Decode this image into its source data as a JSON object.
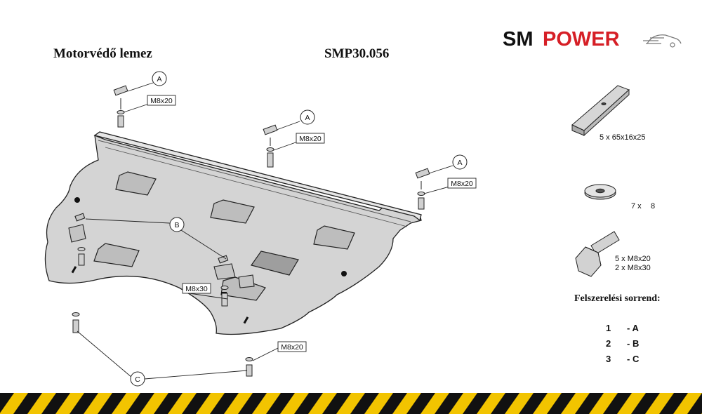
{
  "header": {
    "title": "Motorvédő lemez",
    "code": "SMP30.056",
    "logo_part1": "SM",
    "logo_part2": "POWER"
  },
  "callouts": {
    "a": "A",
    "b": "B",
    "c": "C"
  },
  "bolt_labels": {
    "a1": "M8x20",
    "a2": "M8x20",
    "a3": "M8x20",
    "b1": "M8x30",
    "c1": "M8x20"
  },
  "parts_list": {
    "plate": "5 x 65x16x25",
    "washer_qty": "7 x",
    "washer_size": "8",
    "bolt_line1": "5 x M8x20",
    "bolt_line2": "2 x M8x30"
  },
  "sequence": {
    "title": "Felszerelési sorrend:",
    "steps": [
      {
        "num": "1",
        "label": "- A"
      },
      {
        "num": "2",
        "label": "- B"
      },
      {
        "num": "3",
        "label": "- C"
      }
    ]
  },
  "colors": {
    "plate_fill": "#d4d4d4",
    "logo_black": "#111111",
    "logo_red": "#d61f26",
    "stripe_yellow": "#f2c400",
    "stripe_black": "#111111"
  }
}
